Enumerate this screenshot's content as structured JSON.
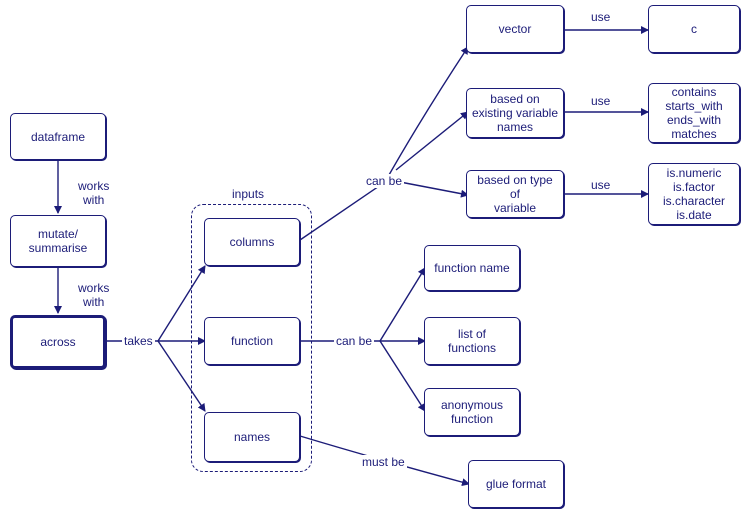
{
  "nodes": {
    "dataframe": "dataframe",
    "mutate": "mutate/\nsummarise",
    "across": "across",
    "columns": "columns",
    "function": "function",
    "names": "names",
    "vector": "vector",
    "c": "c",
    "existing": "based on\nexisting variable\nnames",
    "helpers": "contains\nstarts_with\nends_with\nmatches",
    "type": "based on type of\nvariable",
    "predicates": "is.numeric\nis.factor\nis.character\nis.date",
    "function_name": "function name",
    "list_functions": "list of\nfunctions",
    "anonymous": "anonymous\nfunction",
    "glue": "glue format"
  },
  "labels": {
    "works_with_1": "works\nwith",
    "works_with_2": "works\nwith",
    "takes": "takes",
    "inputs": "inputs",
    "can_be_1": "can be",
    "can_be_2": "can be",
    "must_be": "must be",
    "use_1": "use",
    "use_2": "use",
    "use_3": "use"
  },
  "colors": {
    "ink": "#1c1c78",
    "background": "#ffffff"
  }
}
